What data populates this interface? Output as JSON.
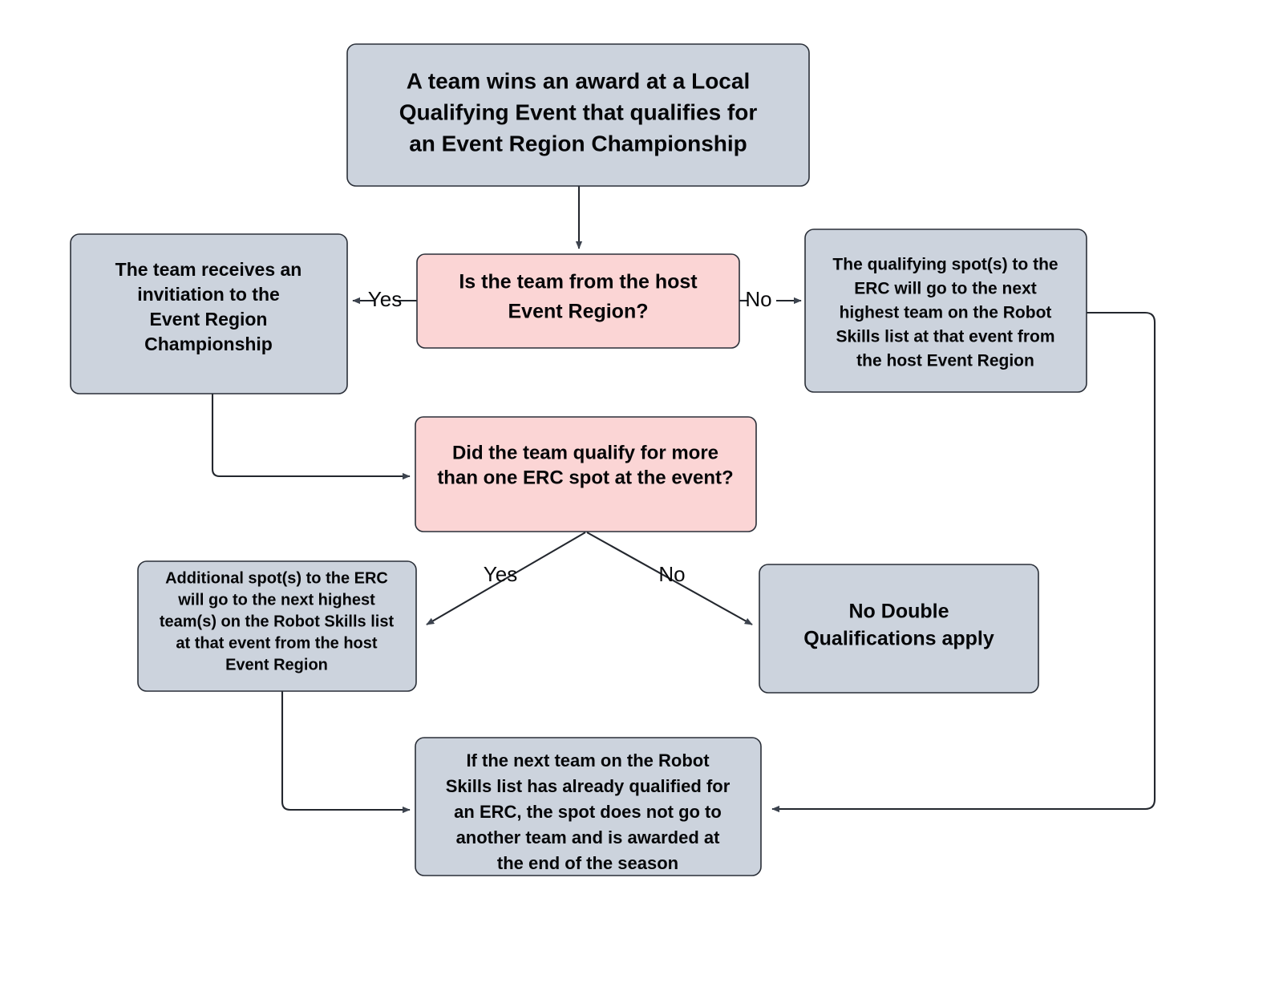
{
  "diagram": {
    "title": "Event Region Championship Qualification Flowchart",
    "colors": {
      "process_fill": "#ccd3dd",
      "decision_fill": "#fbd5d5",
      "border": "#2a2f38",
      "edge": "#23272e",
      "text": "#050608",
      "background": "#ffffff"
    },
    "nodes": {
      "start": {
        "kind": "process",
        "lines": [
          "A team wins an award at a Local",
          "Qualifying Event that qualifies for",
          "an Event Region Championship"
        ]
      },
      "decision_host_region": {
        "kind": "decision",
        "lines": [
          "Is the team from the host",
          "Event Region?"
        ]
      },
      "invitation": {
        "kind": "process",
        "lines": [
          "The team receives an",
          "invitiation to the",
          "Event Region",
          "Championship"
        ]
      },
      "next_highest_team": {
        "kind": "process",
        "lines": [
          "The qualifying spot(s) to the",
          "ERC will go to the next",
          "highest team on the Robot",
          "Skills list at that event from",
          "the host Event Region"
        ]
      },
      "decision_more_than_one": {
        "kind": "decision",
        "lines": [
          "Did the team qualify for more",
          "than one ERC spot at the event?"
        ]
      },
      "additional_spots": {
        "kind": "process",
        "lines": [
          "Additional spot(s) to the ERC",
          "will go to the next highest",
          "team(s) on the Robot Skills list",
          "at that event from the host",
          "Event Region"
        ]
      },
      "no_double_qualifications": {
        "kind": "process",
        "lines": [
          "No Double",
          "Qualifications apply"
        ]
      },
      "already_qualified": {
        "kind": "process",
        "lines": [
          "If the next team on the Robot",
          "Skills list has already qualified for",
          "an ERC, the spot does not go to",
          "another team and is awarded at",
          "the end of the season"
        ]
      }
    },
    "edge_labels": {
      "host_yes": "Yes",
      "host_no": "No",
      "more_yes": "Yes",
      "more_no": "No"
    }
  }
}
